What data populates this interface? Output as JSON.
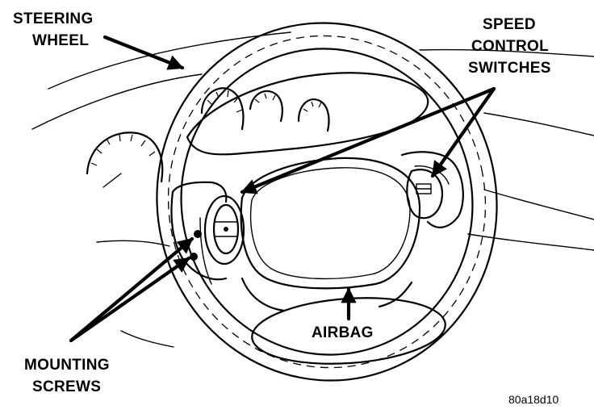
{
  "labels": {
    "steering_wheel": [
      "STEERING",
      "WHEEL"
    ],
    "speed_control": [
      "SPEED",
      "CONTROL",
      "SWITCHES"
    ],
    "mounting_screws": [
      "MOUNTING",
      "SCREWS"
    ],
    "airbag": "AIRBAG"
  },
  "figure_code": "80a18d10"
}
